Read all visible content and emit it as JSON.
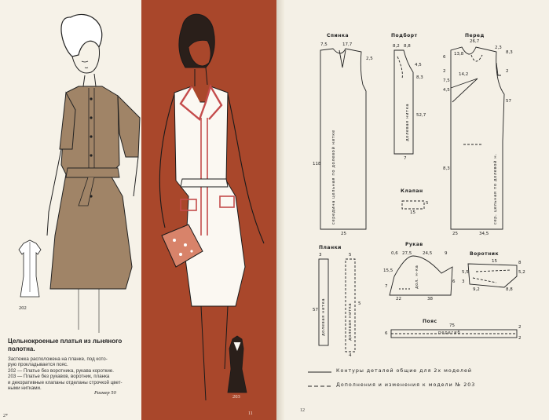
{
  "left_page": {
    "model_202_label": "202",
    "model_203_label": "203",
    "caption_title": "Цельнокроеные платья из льняного полотна.",
    "caption_lines": [
      "Застежка расположена на планке, под кото-",
      "рую прокладывается пояс.",
      "202 — Платье без воротника, рукава короткие.",
      "203 — Платье без рукавов, воротник, планка",
      "и декоративные клапаны отделаны строчкой цвет-",
      "ными нитками."
    ],
    "size_label": "Размер 50",
    "page_number": "11",
    "page_corner": "2*"
  },
  "right_page": {
    "page_number": "12",
    "pieces": {
      "back": {
        "title": "Спинка",
        "dims": [
          "7,5",
          "17,7",
          "2,5",
          "118",
          "25"
        ],
        "axis_text": "середина цельная по долевой нитке"
      },
      "facing": {
        "title": "Подборт",
        "dims": [
          "8,2",
          "8,8",
          "4,5",
          "8,3",
          "52,7",
          "7"
        ],
        "axis_text": "долевая нитка"
      },
      "front": {
        "title": "Перед",
        "dims": [
          "26,7",
          "13,8",
          "2,3",
          "8,3",
          "14,2",
          "4,5",
          "7,5",
          "2",
          "57",
          "8,3",
          "25",
          "34,5",
          "6",
          "2"
        ],
        "axis_text": "сер. цельная по долевой н."
      },
      "flap": {
        "title": "Клапан",
        "dims": [
          "15",
          "5"
        ]
      },
      "sleeve": {
        "title": "Рукав",
        "dims": [
          "0,6",
          "27,5",
          "24,5",
          "9",
          "15,5",
          "7",
          "6",
          "22",
          "38"
        ],
        "axis_text": "дол. н-ка"
      },
      "collar": {
        "title": "Воротник",
        "dims": [
          "15",
          "8",
          "5,2",
          "5,5",
          "8,8",
          "9,2",
          "3"
        ]
      },
      "plackets": {
        "title": "Планки",
        "dims": [
          "3",
          "57",
          "5",
          "5",
          "4"
        ],
        "axis_text_1": "долевая нитка",
        "axis_text_2": "долевая нитка"
      },
      "belt": {
        "title": "Пояс",
        "dims": [
          "75",
          "6",
          "2",
          "2"
        ],
        "fold_label": "перегиб"
      }
    },
    "legend": {
      "solid": "Контуры деталей общие для 2х моделей",
      "dashed": "Дополнения и изменения к модели № 203"
    }
  }
}
